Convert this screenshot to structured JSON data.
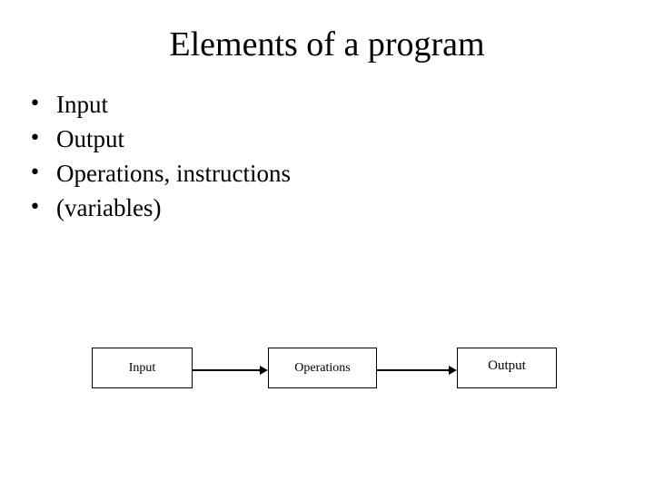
{
  "slide": {
    "title": "Elements of a program",
    "background_color": "#ffffff",
    "text_color": "#000000"
  },
  "bullets": {
    "marker": "•",
    "items": [
      {
        "label": "Input"
      },
      {
        "label": "Output"
      },
      {
        "label": "Operations, instructions"
      },
      {
        "label": "(variables)"
      }
    ]
  },
  "diagram": {
    "type": "flow",
    "boxes": [
      {
        "id": "input",
        "label": "Input"
      },
      {
        "id": "operations",
        "label": "Operations"
      },
      {
        "id": "output",
        "label": "Output"
      }
    ],
    "arrows": [
      {
        "from": "input",
        "to": "operations"
      },
      {
        "from": "operations",
        "to": "output"
      }
    ],
    "stroke_color": "#000000",
    "fill_color": "#ffffff"
  }
}
